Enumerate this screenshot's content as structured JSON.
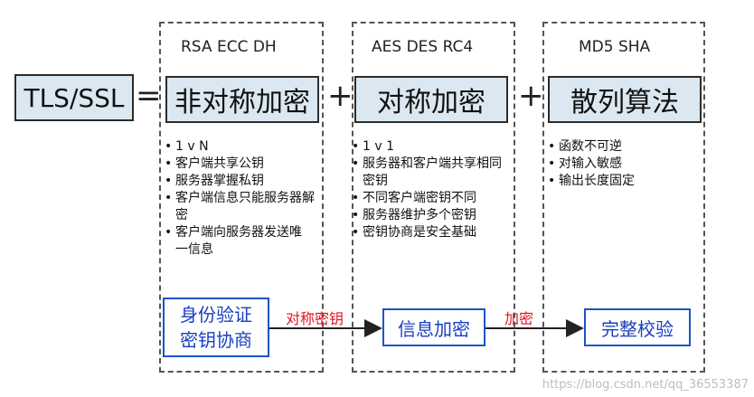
{
  "left_label": "TLS/SSL",
  "equals": "=",
  "plus": "+",
  "columns": [
    {
      "top_label": "RSA ECC DH",
      "title": "非对称加密",
      "bullets": [
        "1 v N",
        "客户端共享公钥",
        "服务器掌握私钥",
        "客户端信息只能服务器解密",
        "客户端向服务器发送唯一信息"
      ],
      "bottom_box": [
        "身份验证",
        "密钥协商"
      ]
    },
    {
      "top_label": "AES DES RC4",
      "title": "对称加密",
      "bullets": [
        "1 v 1",
        "服务器和客户端共享相同密钥",
        "不同客户端密钥不同",
        "服务器维护多个密钥",
        "密钥协商是安全基础"
      ],
      "bottom_box": [
        "信息加密"
      ]
    },
    {
      "top_label": "MD5 SHA",
      "title": "散列算法",
      "bullets": [
        "函数不可逆",
        "对输入敏感",
        "输出长度固定"
      ],
      "bottom_box": [
        "完整校验"
      ]
    }
  ],
  "arrows": [
    {
      "label": "对称密钥"
    },
    {
      "label": "加密"
    }
  ],
  "watermark": "https://blog.csdn.net/qq_36553387",
  "colors": {
    "teal_fill": "#dbe8f1",
    "blue": "#1a55c8",
    "red": "#e0141e",
    "dash": "#555555"
  }
}
